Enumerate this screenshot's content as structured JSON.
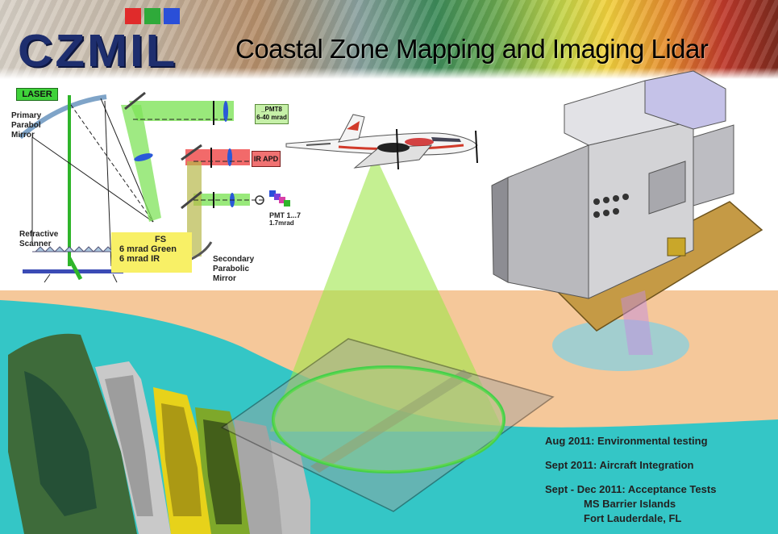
{
  "header": {
    "logo_text": "CZMIL",
    "title": "Coastal Zone Mapping and Imaging Lidar",
    "logo_square_colors": [
      "#e02b2b",
      "#2faa3a",
      "#2a4fd8"
    ]
  },
  "optics": {
    "laser_label": "LASER",
    "primary_mirror_label": [
      "Primary",
      "Parabol",
      "Mirror"
    ],
    "refractive_scanner_label": [
      "Refractive",
      "Scanner"
    ],
    "pmt8_label": [
      "_PMT8",
      "6-40 mrad"
    ],
    "irapd_label": "IR APD",
    "pmt17_label": [
      "PMT  1...7",
      "1.7mrad"
    ],
    "fs_label": [
      "FS",
      "6  mrad Green",
      "6  mrad IR"
    ],
    "secondary_mirror_label": [
      "Secondary",
      "Parabolic",
      "Mirror"
    ]
  },
  "timeline": {
    "items": [
      "Aug 2011: Environmental testing",
      "Sept 2011: Aircraft Integration",
      "Sept - Dec 2011: Acceptance Tests"
    ],
    "sub_items": [
      "MS Barrier Islands",
      "Fort Lauderdale, FL"
    ]
  },
  "colors": {
    "header_navy": "#1e2e6e",
    "green_beam": "#7fe35a",
    "red_beam": "#f05050",
    "sea": "#34c6c6",
    "sand": "#f5c89a",
    "footprint_ring": "#45d04a"
  }
}
